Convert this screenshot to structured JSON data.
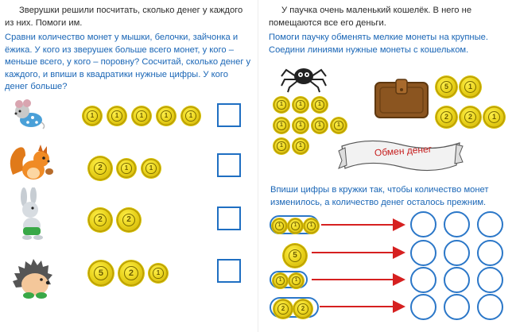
{
  "left": {
    "intro": "Зверушки решили посчитать, сколько денег у каждого из них. Помоги им.",
    "task": "Сравни количество монет у мышки, белочки, зайчонка и ёжика. У кого из зверушек больше всего монет, у кого – меньше всего, у кого – поровну? Сосчитай, сколько денег у каждого, и впиши в квадратики нужные цифры. У кого денег больше?",
    "rows": [
      {
        "animal": "mouse-icon",
        "coins": [
          "1",
          "1",
          "1",
          "1",
          "1"
        ]
      },
      {
        "animal": "squirrel-icon",
        "coins": [
          "2",
          "1",
          "1"
        ]
      },
      {
        "animal": "bunny-icon",
        "coins": [
          "2",
          "2"
        ]
      },
      {
        "animal": "hedgehog-icon",
        "coins": [
          "5",
          "2",
          "1"
        ]
      }
    ]
  },
  "right": {
    "intro": "У паучка очень маленький кошелёк. В него не помещаются все его деньги.",
    "task1": "Помоги паучку обменять мелкие монеты на крупные. Соедини линиями нужные монеты с кошельком.",
    "small_coins": [
      [
        "1",
        "1",
        "1"
      ],
      [
        "1",
        "1",
        "1",
        "1"
      ],
      [
        "1",
        "1"
      ]
    ],
    "wallet_coins": [
      [
        "5",
        "1"
      ],
      [
        "2",
        "2",
        "1"
      ]
    ],
    "banner": "Обмен денег",
    "task2": "Впиши цифры в кружки так, чтобы количество монет изменилось, а количество денег осталось прежним.",
    "exchange_rows": [
      {
        "coins": [
          "1",
          "1",
          "1"
        ],
        "circles": 3
      },
      {
        "coins": [
          "5"
        ],
        "circles": 3
      },
      {
        "coins": [
          "1",
          "1"
        ],
        "circles": 3
      },
      {
        "coins": [
          "2",
          "2"
        ],
        "circles": 3
      }
    ],
    "colors": {
      "text_blue": "#1a66b6",
      "arrow_red": "#d62020",
      "box_blue": "#1f6fc2",
      "coin_gold": "#e9d31c"
    }
  }
}
